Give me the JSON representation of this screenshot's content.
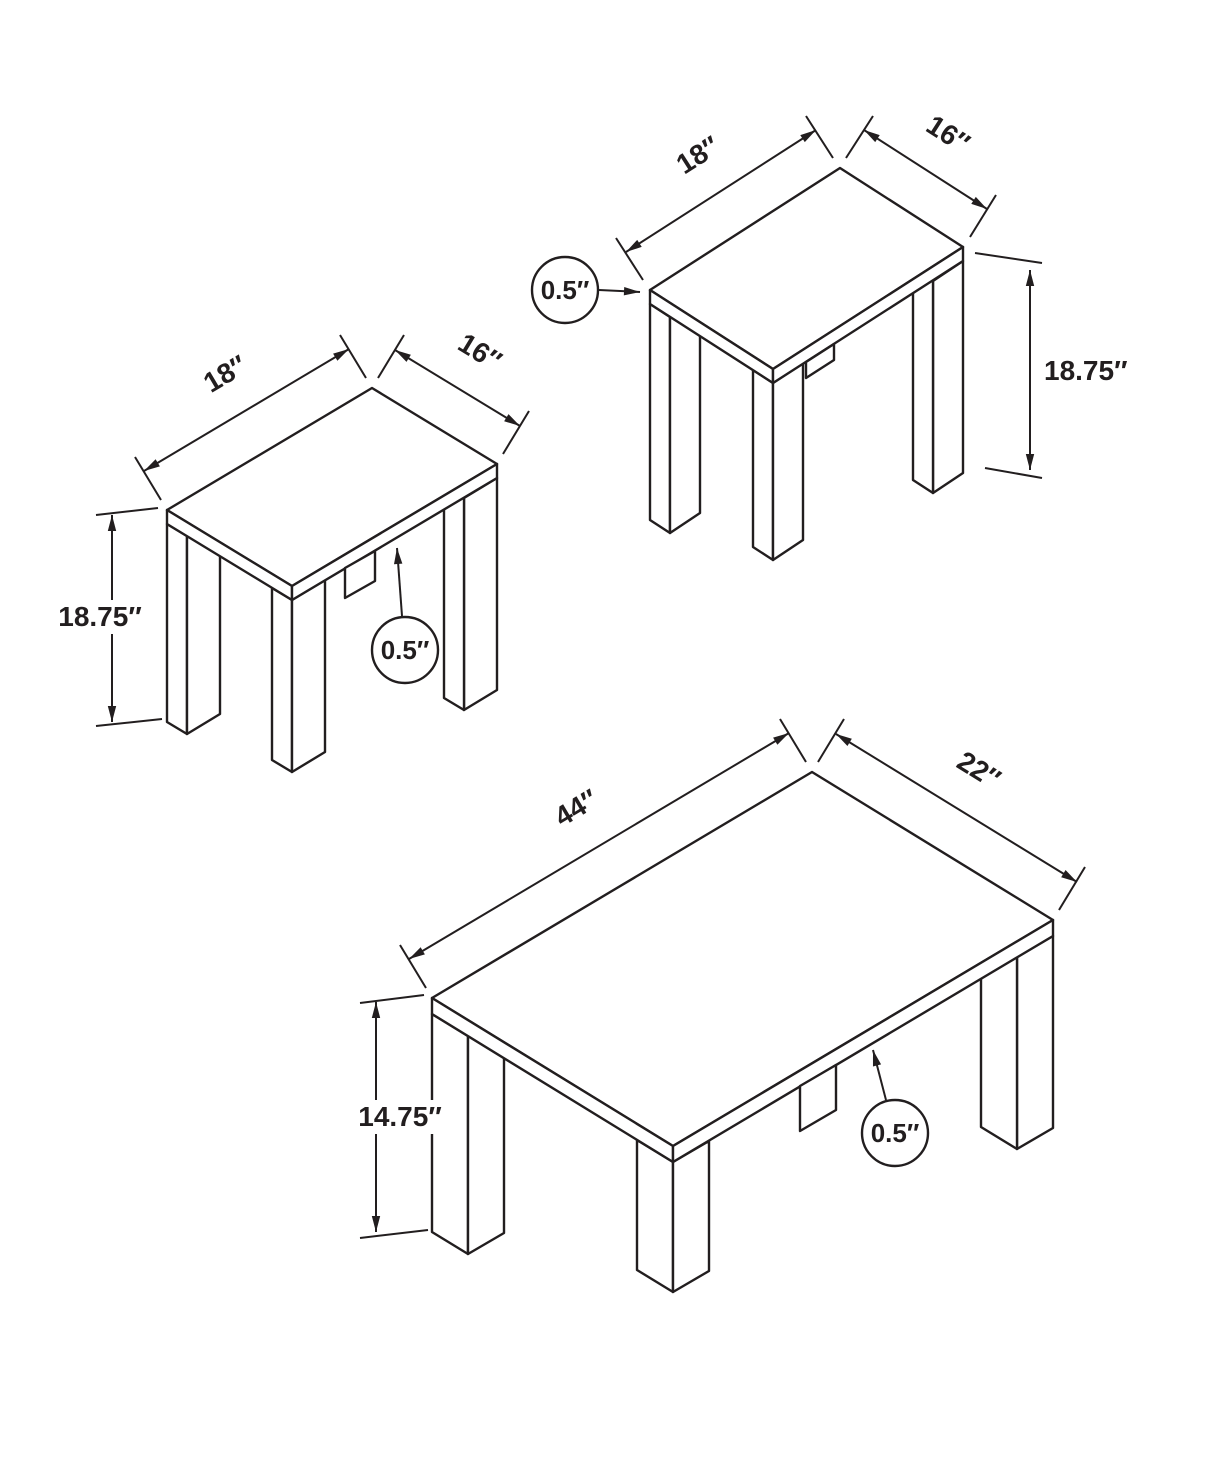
{
  "colors": {
    "line": "#221e1f",
    "background": "#ffffff"
  },
  "tables": {
    "end_table_right": {
      "length": "18″",
      "depth": "16″",
      "height": "18.75″",
      "top_thickness": "0.5″"
    },
    "end_table_left": {
      "length": "18″",
      "depth": "16″",
      "height": "18.75″",
      "top_thickness": "0.5″"
    },
    "coffee_table": {
      "length": "44″",
      "depth": "22″",
      "height": "14.75″",
      "top_thickness": "0.5″"
    }
  }
}
